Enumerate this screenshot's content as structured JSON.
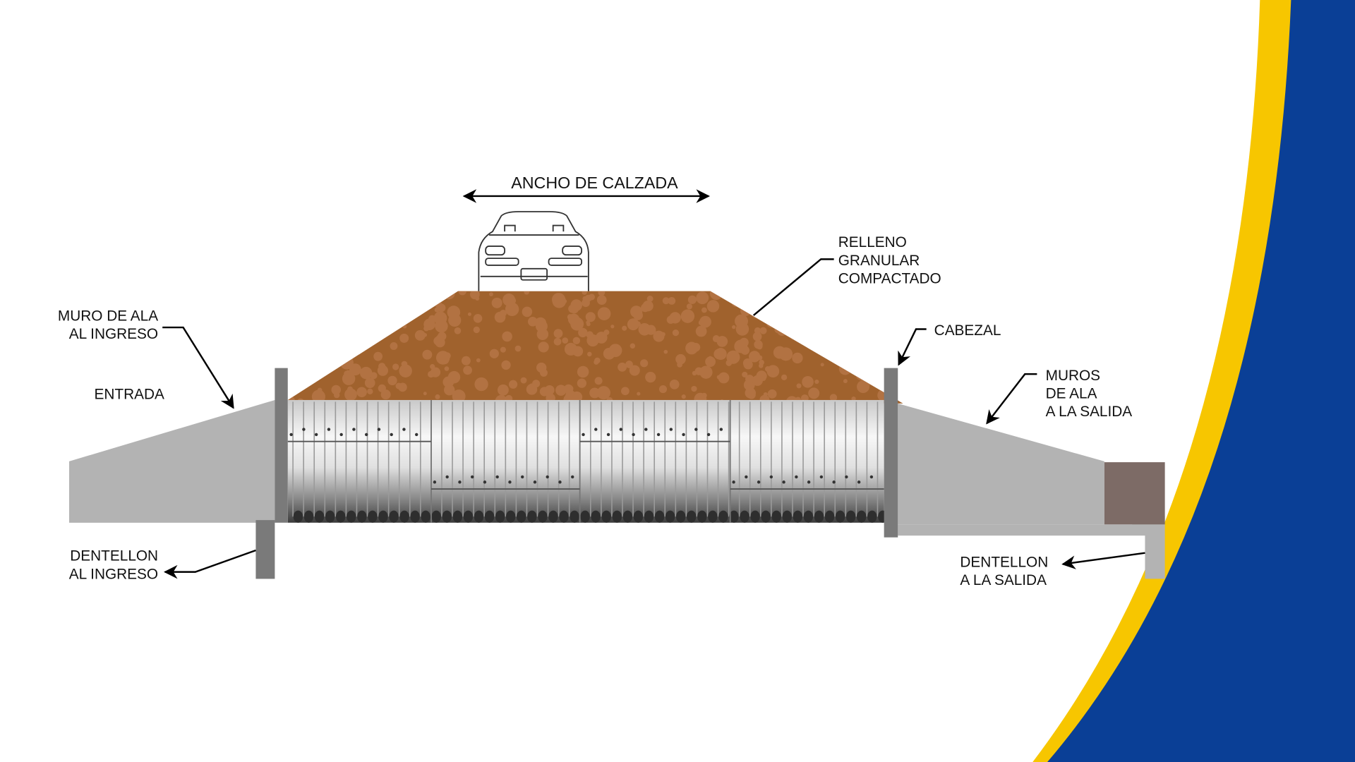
{
  "labels": {
    "road_width": "ANCHO DE CALZADA",
    "fill": [
      "RELLENO",
      "GRANULAR",
      "COMPACTADO"
    ],
    "inlet_wingwall": [
      "MURO DE ALA",
      "AL INGRESO"
    ],
    "inlet": "ENTRADA",
    "headwall": "CABEZAL",
    "outlet_wingwalls": [
      "MUROS",
      "DE ALA",
      "A LA SALIDA"
    ],
    "inlet_cutoff": [
      "DENTELLON",
      "AL INGRESO"
    ],
    "outlet_cutoff": [
      "DENTELLON",
      "A LA SALIDA"
    ]
  },
  "colors": {
    "soil": "#a0622d",
    "concrete": "#b3b3b3",
    "headwall": "#7a7a7a",
    "outlet_block": "#7d6b66",
    "brand_blue": "#0a3f96",
    "brand_yellow": "#f7c600"
  }
}
